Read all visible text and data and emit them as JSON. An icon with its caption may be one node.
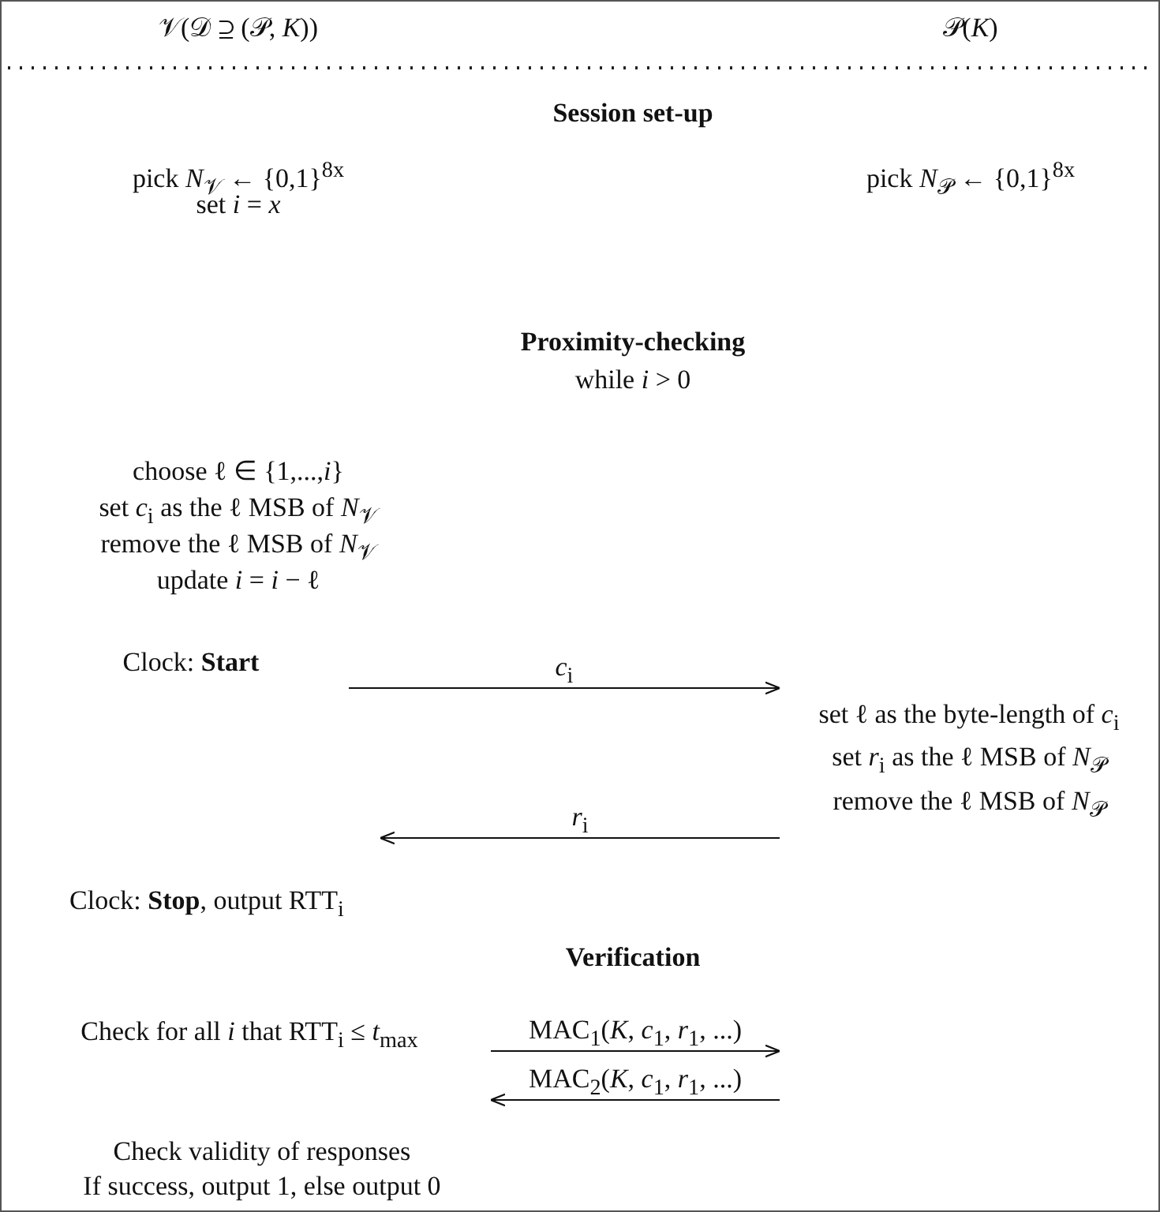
{
  "diagram": {
    "nodes": [
      {
        "text": [
          "Clock: **Start**"
        ]
      },
      {
        "text": [
          "set ℓ as the byte-length of *c*$_{i}$",
          "set *r*$_{i}$ as the ℓ MSB of *N*$_{𝒫}$",
          "remove the ℓ MSB of *N*$_{𝒫}$"
        ]
      },
      {
        "text": [
          "Clock: **Stop**, output RTT$_{i}$"
        ]
      },
      {
        "text": [
          "Check for all *i* that RTT$_{i}$ ≤ *t*$_{max}$"
        ]
      },
      {
        "text": [
          "Check validity of responses",
          "If success, output 1, else output 0"
        ]
      }
    ],
    "edges": [
      {
        "from": 0,
        "to": 1,
        "arrow": "to",
        "label": "*c*$_{i}$"
      },
      {
        "from": 1,
        "to": 2,
        "arrow": "to",
        "label": "*r*$_{i}$"
      },
      {
        "from": 3,
        "to": null,
        "arrow": "to",
        "label": "MAC$_{1}$(*K*, *c*$_{1}$, *r*$_{1}$, ...)"
      },
      {
        "from": null,
        "to": 4,
        "arrow": "to",
        "label": "MAC$_{2}$(*K*, *c*$_{1}$, *r*$_{1}$, ...)"
      }
    ],
    "labels": [
      "𝒱(𝒟 ⊇ (𝒫, *K*))",
      "𝒫(*K*)",
      "Session set-up",
      "pick *N*$_{𝒱}$ ← {0,1}$^{8x}$",
      "pick *N*$_{𝒫}$ ← {0,1}$^{8x}$",
      "set *i* = *x*",
      "Proximity-checking",
      "while *i* > 0",
      "choose ℓ ∈ {1,...,*i*}",
      "set *c*$_{i}$ as the ℓ MSB of *N*$_{𝒱}$",
      "remove the ℓ MSB of *N*$_{𝒱}$",
      "update *i* = *i* − ℓ",
      "Verification"
    ]
  }
}
